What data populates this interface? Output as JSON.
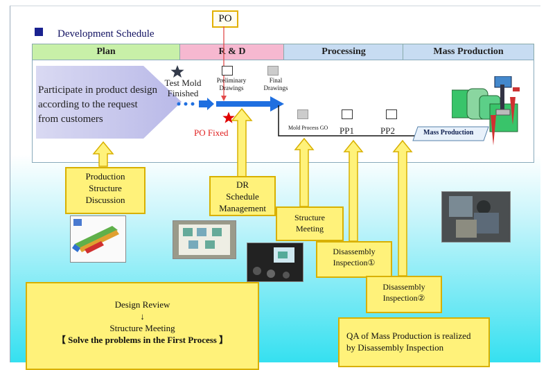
{
  "title": "Development Schedule",
  "po_label": "PO",
  "phases": {
    "plan": "Plan",
    "rd": "R & D",
    "processing": "Processing",
    "mass": "Mass Production"
  },
  "plan_text": "Participate in product design according to the request from customers",
  "milestones": {
    "test_mold": "Test Mold Finished",
    "preliminary": "Preliminary Drawings",
    "final": "Final Drawings",
    "po_fixed": "PO Fixed",
    "mold_process": "Mold Process GO",
    "pp1": "PP1",
    "pp2": "PP2",
    "mass_production": "Mass Production"
  },
  "callouts": {
    "production_structure": [
      "Production",
      "Structure",
      "Discussion"
    ],
    "dr_schedule": [
      "DR",
      "Schedule",
      "Management"
    ],
    "structure_meeting": [
      "Structure",
      "Meeting"
    ],
    "disassembly1": [
      "Disassembly",
      "Inspection①"
    ],
    "disassembly2": [
      "Disassembly",
      "Inspection②"
    ],
    "design_review": [
      "Design Review",
      "↓",
      "Structure Meeting",
      "【 Solve the problems in the First Process 】"
    ],
    "qa": [
      "QA of Mass Production is realized",
      "by Disassembly Inspection"
    ]
  },
  "colors": {
    "plan": "#c8f0a8",
    "rd": "#f6b8d0",
    "processing": "#c7dcf2",
    "callout": "#fff27a",
    "arrow": "#1f6fe0",
    "po_star": "#e00000"
  }
}
